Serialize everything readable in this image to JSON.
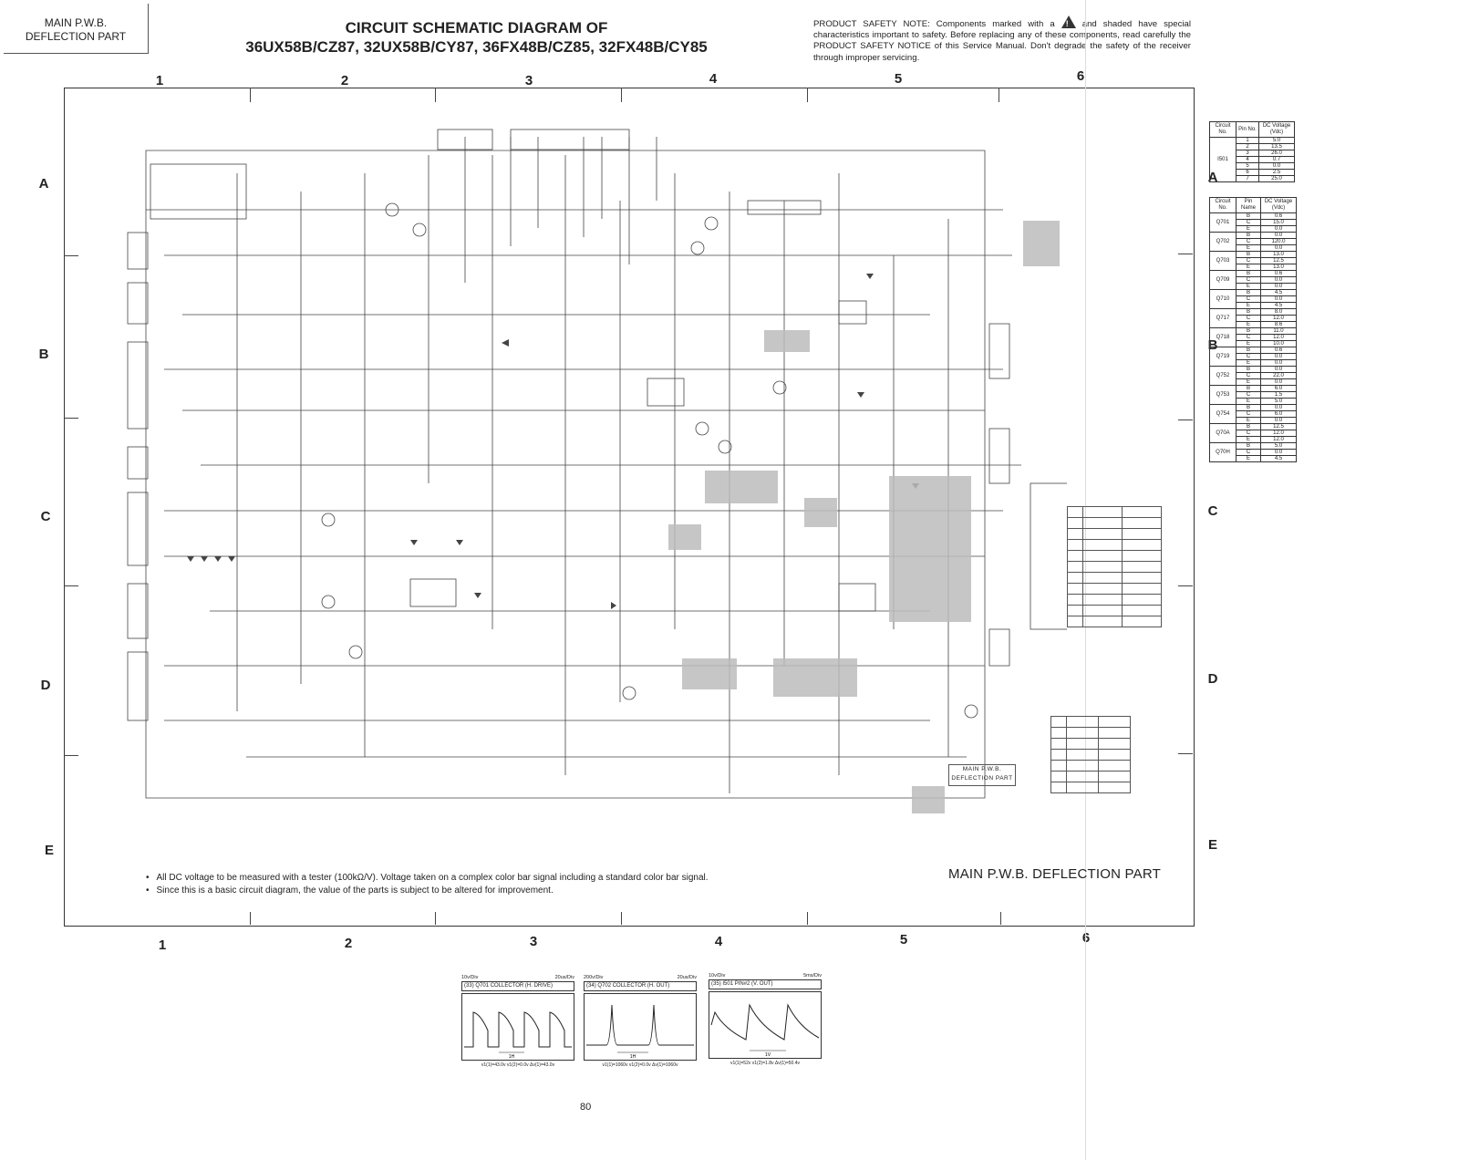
{
  "section_box": {
    "line1": "MAIN P.W.B.",
    "line2": "DEFLECTION PART"
  },
  "title": {
    "line1": "CIRCUIT SCHEMATIC DIAGRAM OF",
    "line2": "36UX58B/CZ87, 32UX58B/CY87, 36FX48B/CZ85, 32FX48B/CY85"
  },
  "safety_note": {
    "prefix": "PRODUCT SAFETY NOTE: Components marked with a",
    "symbol": "!",
    "suffix": "and shaded have special characteristics important to safety. Before replacing any of these components, read carefully the PRODUCT SAFETY NOTICE of this Service Manual. Don't degrade the safety of the receiver through improper servicing."
  },
  "columns": [
    "1",
    "2",
    "3",
    "4",
    "5",
    "6"
  ],
  "rows": [
    "A",
    "B",
    "C",
    "D",
    "E"
  ],
  "notes": [
    "All DC voltage to be measured with a tester (100kΩ/V). Voltage taken on a complex color bar signal including a standard color bar signal.",
    "Since this is a basic circuit diagram, the value of the parts is subject to be altered for improvement."
  ],
  "main_label": "MAIN P.W.B. DEFLECTION PART",
  "stamp": {
    "line1": "MAIN P.W.B.",
    "line2": "DEFLECTION PART"
  },
  "ic_table": {
    "headers": [
      "Circuit No.",
      "Pin No.",
      "DC Voltage (Vdc)"
    ],
    "circuit": "I501",
    "rows": [
      [
        "1",
        "5.0"
      ],
      [
        "2",
        "13.5"
      ],
      [
        "3",
        "26.0"
      ],
      [
        "4",
        "0.7"
      ],
      [
        "5",
        "0.0"
      ],
      [
        "6",
        "2.5"
      ],
      [
        "7",
        "25.0"
      ]
    ]
  },
  "transistor_table": {
    "headers": [
      "Circuit No.",
      "Pin Name",
      "DC Voltage (Vdc)"
    ],
    "groups": [
      {
        "circuit": "Q701",
        "rows": [
          [
            "B",
            "0.6"
          ],
          [
            "C",
            "15.0"
          ],
          [
            "E",
            "0.0"
          ]
        ]
      },
      {
        "circuit": "Q702",
        "rows": [
          [
            "B",
            "0.0"
          ],
          [
            "C",
            "120.0"
          ],
          [
            "E",
            "0.0"
          ]
        ]
      },
      {
        "circuit": "Q703",
        "rows": [
          [
            "B",
            "13.0"
          ],
          [
            "C",
            "12.5"
          ],
          [
            "E",
            "13.0"
          ]
        ]
      },
      {
        "circuit": "Q709",
        "rows": [
          [
            "B",
            "0.6"
          ],
          [
            "C",
            "0.0"
          ],
          [
            "E",
            "0.0"
          ]
        ]
      },
      {
        "circuit": "Q710",
        "rows": [
          [
            "B",
            "4.5"
          ],
          [
            "C",
            "0.0"
          ],
          [
            "E",
            "4.5"
          ]
        ]
      },
      {
        "circuit": "Q717",
        "rows": [
          [
            "B",
            "8.0"
          ],
          [
            "C",
            "12.0"
          ],
          [
            "E",
            "8.6"
          ]
        ]
      },
      {
        "circuit": "Q718",
        "rows": [
          [
            "B",
            "11.0"
          ],
          [
            "C",
            "12.0"
          ],
          [
            "E",
            "10.0"
          ]
        ]
      },
      {
        "circuit": "Q719",
        "rows": [
          [
            "B",
            "0.6"
          ],
          [
            "C",
            "0.0"
          ],
          [
            "E",
            "0.0"
          ]
        ]
      },
      {
        "circuit": "Q752",
        "rows": [
          [
            "B",
            "0.0"
          ],
          [
            "C",
            "22.0"
          ],
          [
            "E",
            "0.0"
          ]
        ]
      },
      {
        "circuit": "Q753",
        "rows": [
          [
            "B",
            "6.0"
          ],
          [
            "C",
            "1.5"
          ],
          [
            "E",
            "5.0"
          ]
        ]
      },
      {
        "circuit": "Q754",
        "rows": [
          [
            "B",
            "0.0"
          ],
          [
            "C",
            "6.0"
          ],
          [
            "E",
            "0.0"
          ]
        ]
      },
      {
        "circuit": "Q70A",
        "rows": [
          [
            "B",
            "12.5"
          ],
          [
            "C",
            "12.0"
          ],
          [
            "E",
            "12.0"
          ]
        ]
      },
      {
        "circuit": "Q70H",
        "rows": [
          [
            "B",
            "5.0"
          ],
          [
            "C",
            "0.0"
          ],
          [
            "E",
            "4.5"
          ]
        ]
      }
    ]
  },
  "waveforms": [
    {
      "num": "33",
      "volts": "10v/Div",
      "time": "20us/Div",
      "caption": "Q701 COLLECTOR (H. DRIVE)",
      "scale": "1H",
      "meas": "v1(1)=43.0v   v1(2)=0.0v   Δv(1)=43.0v"
    },
    {
      "num": "34",
      "volts": "200v/Div",
      "time": "20us/Div",
      "caption": "Q702 COLLECTOR (H. OUT)",
      "scale": "1H",
      "meas": "v1(1)=1060v   v1(2)=0.0v   Δv(1)=1060v"
    },
    {
      "num": "35",
      "volts": "10v/Div",
      "time": "5ms/Div",
      "caption": "I501 PIN#2 (V. OUT)",
      "scale": "1V",
      "meas": "v1(1)=52v   v1(2)=1.8v   Δv(1)=50.4v"
    }
  ],
  "page_number": "80"
}
